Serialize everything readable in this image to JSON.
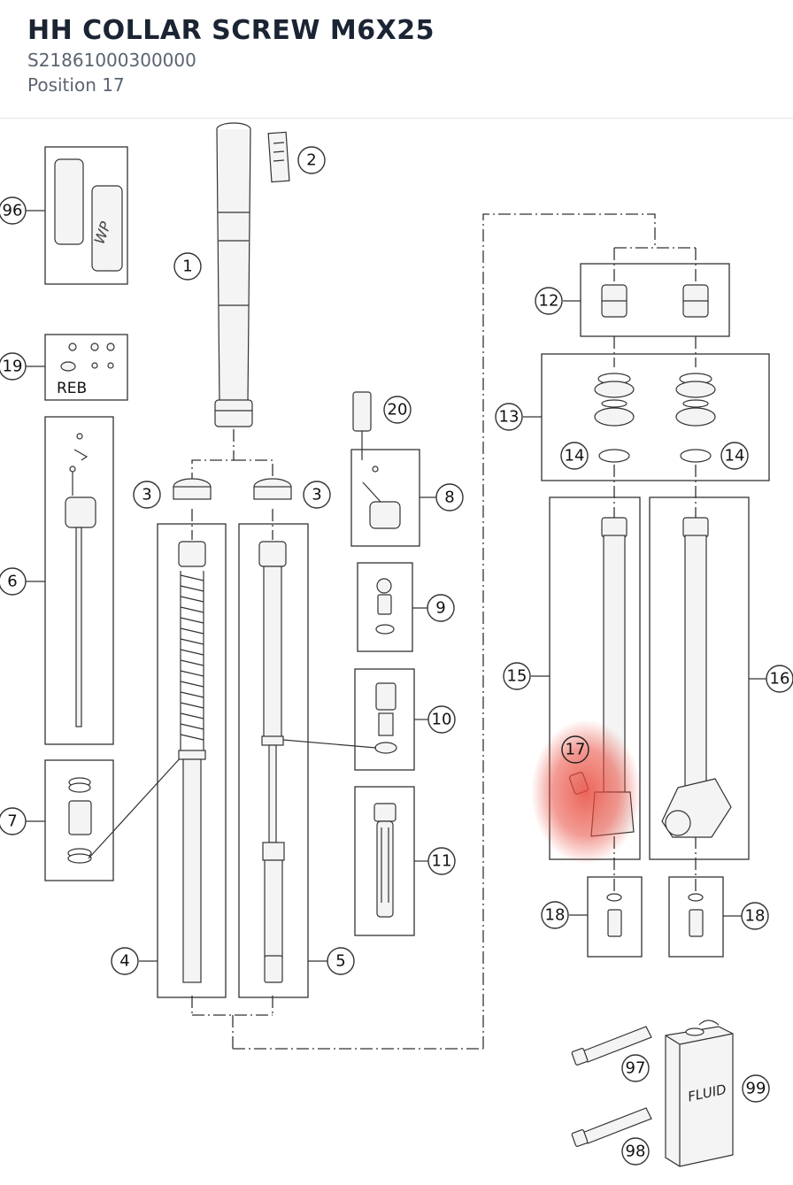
{
  "part": {
    "name": "HH COLLAR SCREW M6X25",
    "number": "S21861000300000",
    "position": "Position 17"
  },
  "diagram": {
    "highlight_color": "#e84a3c",
    "highlighted_position": "17",
    "labels": {
      "reb": "REB",
      "fluid": "FLUID",
      "wp": "WP"
    },
    "callouts": {
      "c1": "1",
      "c2": "2",
      "c3a": "3",
      "c3b": "3",
      "c4": "4",
      "c5": "5",
      "c6": "6",
      "c7": "7",
      "c8": "8",
      "c9": "9",
      "c10": "10",
      "c11": "11",
      "c12": "12",
      "c13": "13",
      "c14a": "14",
      "c14b": "14",
      "c15": "15",
      "c16": "16",
      "c17": "17",
      "c18a": "18",
      "c18b": "18",
      "c19": "19",
      "c20": "20",
      "c96": "96",
      "c97": "97",
      "c98": "98",
      "c99": "99"
    }
  }
}
